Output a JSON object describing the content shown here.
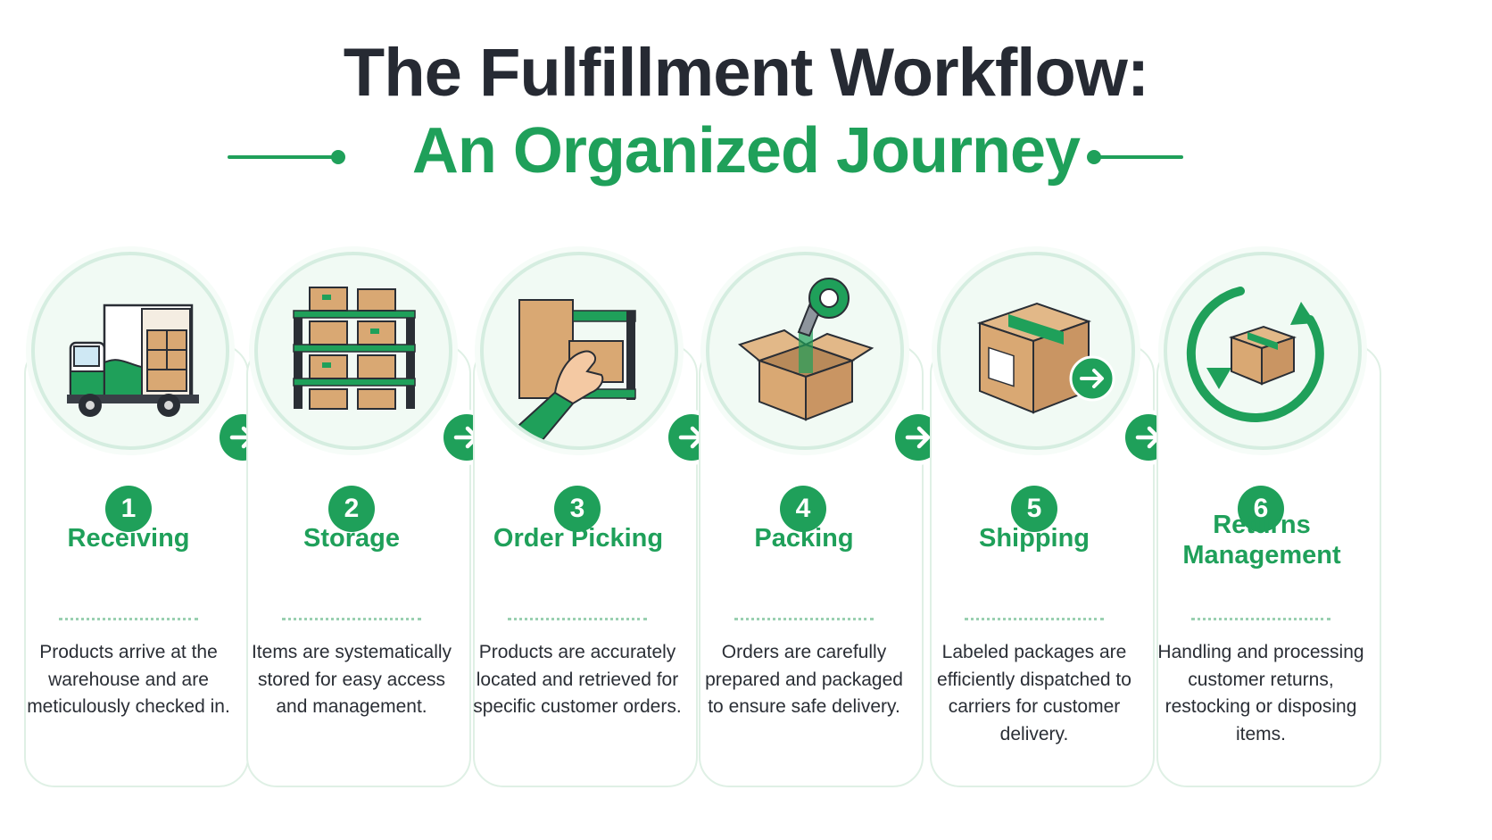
{
  "title": {
    "line1": "The Fulfillment Workflow:",
    "line2": "An Organized Journey"
  },
  "colors": {
    "accent": "#1fa05a",
    "title_dark": "#262a33",
    "card_border": "#dff0e5",
    "box_brown": "#d9a873"
  },
  "steps": [
    {
      "number": "1",
      "title": "Receiving",
      "icon": "delivery-truck-icon",
      "description": "Products arrive at the warehouse and are meticulously checked in."
    },
    {
      "number": "2",
      "title": "Storage",
      "icon": "storage-shelves-icon",
      "description": "Items are systematically stored for easy access and management."
    },
    {
      "number": "3",
      "title": "Order Picking",
      "icon": "hand-picking-box-icon",
      "description": "Products are accurately located and retrieved for specific customer orders."
    },
    {
      "number": "4",
      "title": "Packing",
      "icon": "tape-dispenser-box-icon",
      "description": "Orders are carefully prepared and packaged to ensure safe delivery."
    },
    {
      "number": "5",
      "title": "Shipping",
      "icon": "labeled-package-arrow-icon",
      "description": "Labeled packages are efficiently dispatched to carriers for customer delivery."
    },
    {
      "number": "6",
      "title": "Returns Management",
      "icon": "box-return-cycle-icon",
      "description": "Handling and processing customer returns, restocking or disposing items."
    }
  ],
  "connector_icon": "arrow-right-icon"
}
